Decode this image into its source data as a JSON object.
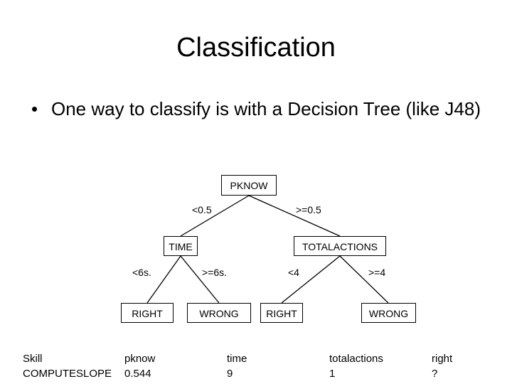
{
  "slide": {
    "title": "Classification",
    "bullet_symbol": "•",
    "bullet_text": "One way to classify is with a Decision Tree (like J48)"
  },
  "tree": {
    "root": "PKNOW",
    "root_left_edge": "<0.5",
    "root_right_edge": ">=0.5",
    "left_node": "TIME",
    "right_node": "TOTALACTIONS",
    "left_left_edge": "<6s.",
    "left_right_edge": ">=6s.",
    "right_left_edge": "<4",
    "right_right_edge": ">=4",
    "leaf_1": "RIGHT",
    "leaf_2": "WRONG",
    "leaf_3": "RIGHT",
    "leaf_4": "WRONG"
  },
  "table": {
    "col1": [
      "Skill",
      "COMPUTESLOPE"
    ],
    "col2": [
      "pknow",
      "0.544"
    ],
    "col3": [
      "time",
      "9"
    ],
    "col4": [
      "totalactions",
      "1"
    ],
    "col5": [
      "right",
      "?"
    ]
  }
}
